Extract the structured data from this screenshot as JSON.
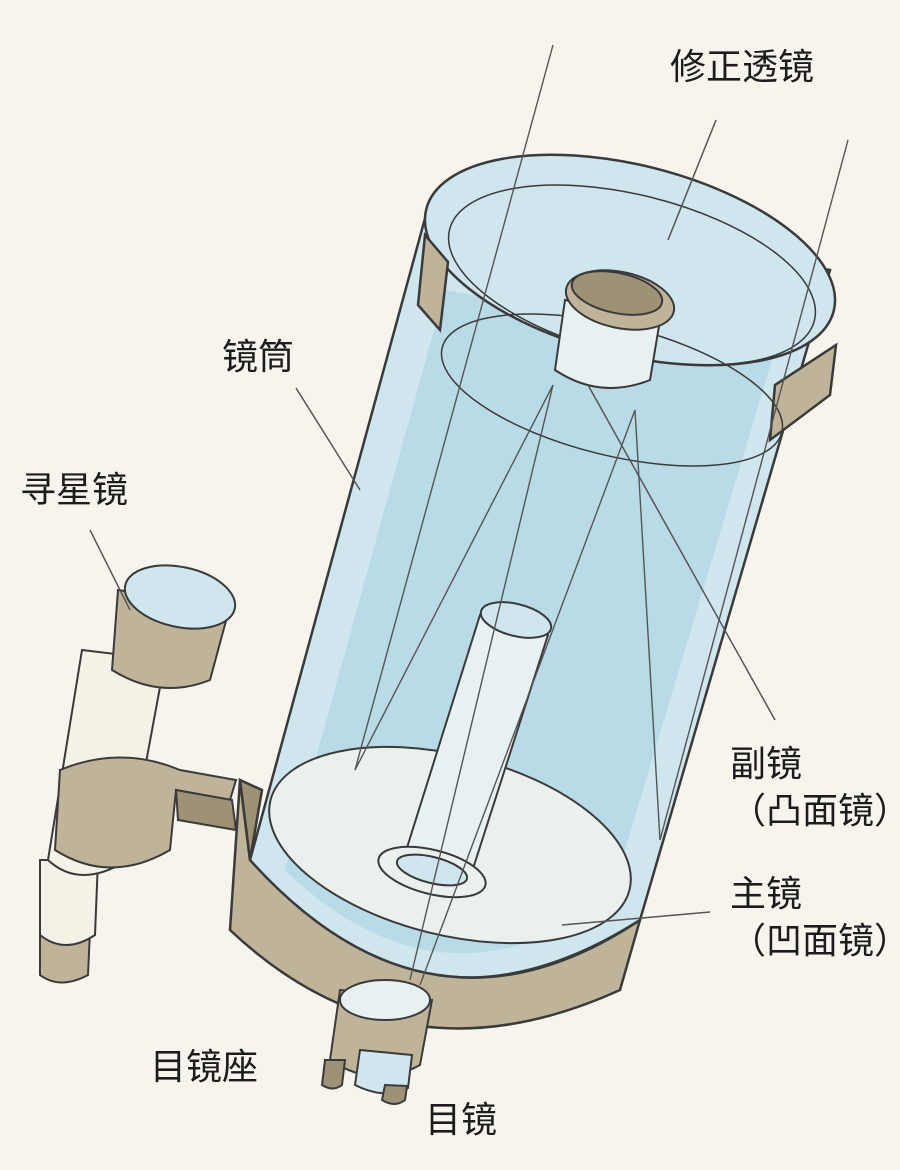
{
  "labels": {
    "correcting_lens": "修正透镜",
    "tube": "镜筒",
    "finder": "寻星镜",
    "secondary_mirror": "副镜",
    "secondary_mirror_type": "（凸面镜）",
    "primary_mirror": "主镜",
    "primary_mirror_type": "（凹面镜）",
    "eyepiece_holder": "目镜座",
    "eyepiece": "目镜"
  },
  "colors": {
    "background": "#f6f4ec",
    "glass": "#cfe6ef",
    "glass_dark": "#b9dbe8",
    "metal": "#bfb39a",
    "metal_dark": "#9d9176",
    "mirror": "#eaf1ed",
    "outline": "#3a3a3a",
    "leader": "#555555"
  }
}
